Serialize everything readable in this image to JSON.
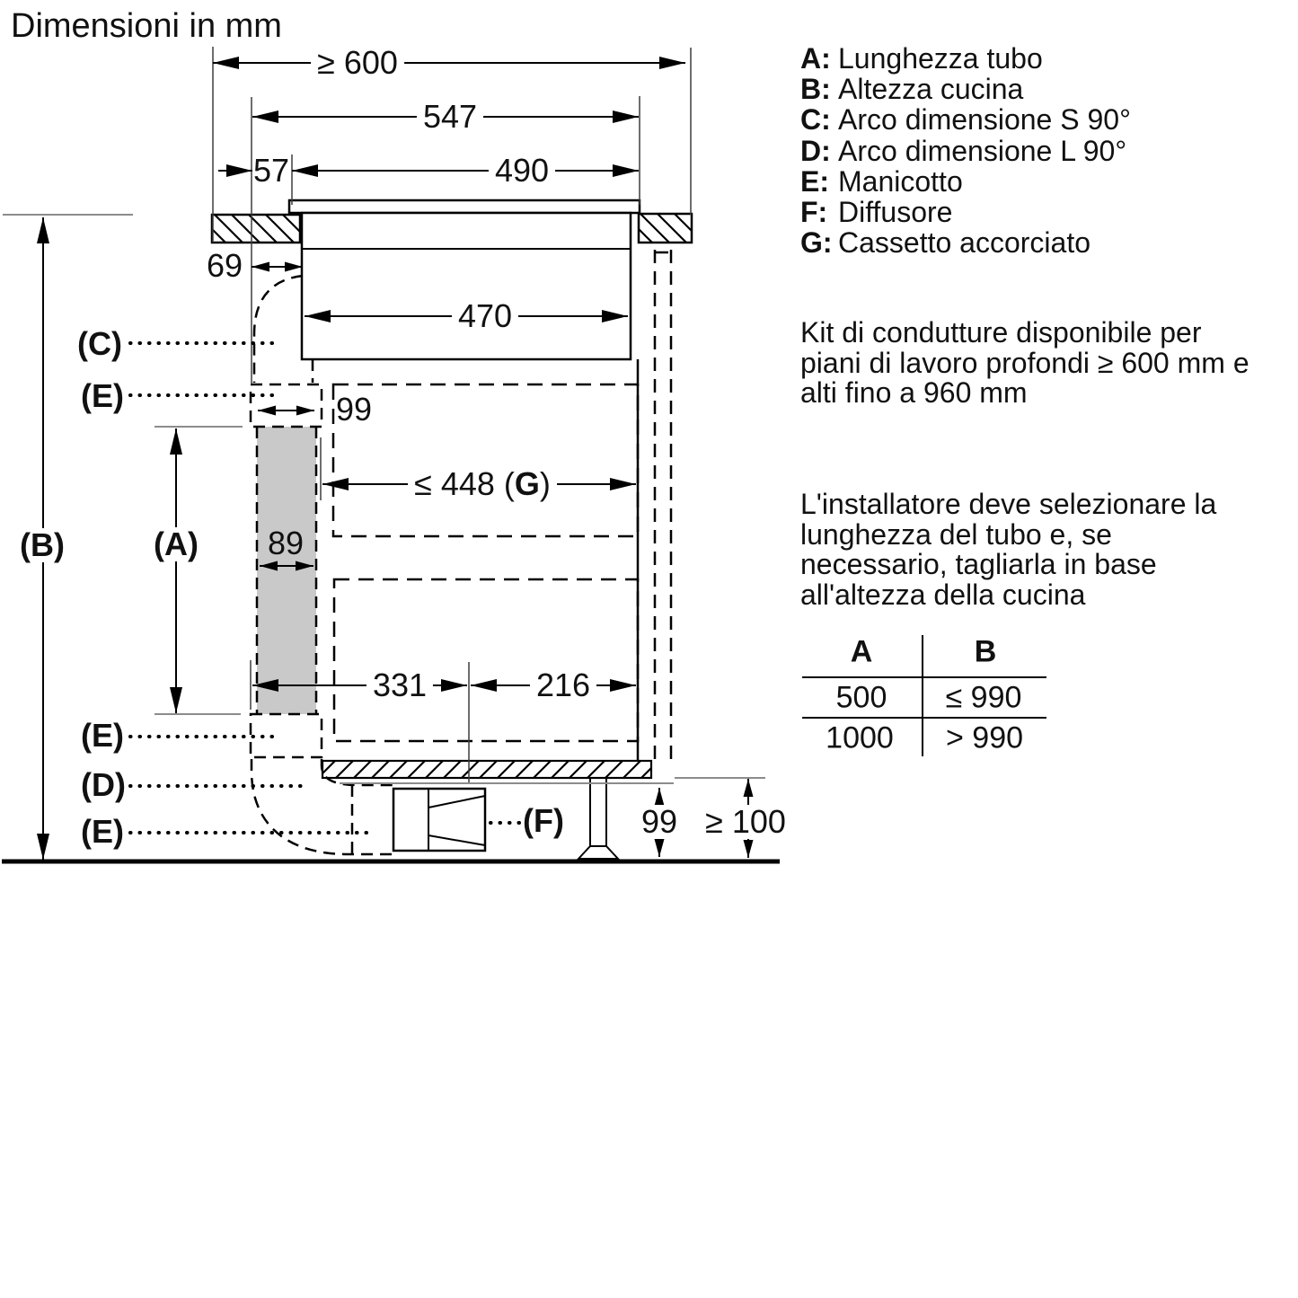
{
  "title": "Dimensioni in mm",
  "diagram": {
    "point_labels": {
      "A": "(A)",
      "B": "(B)",
      "C": "(C)",
      "D": "(D)",
      "E": "(E)",
      "F": "(F)"
    },
    "dims": {
      "worktop_depth": "≥ 600",
      "hob_width_top": "547",
      "front_offset": "57",
      "hob_width": "490",
      "duct_offset": "69",
      "hob_body_width": "470",
      "sleeve_width": "99",
      "drawer_depth_pre": "≤ 448 (",
      "drawer_depth_key": "G",
      "drawer_depth_post": ")",
      "tube_width": "89",
      "dist_front": "331",
      "dist_back": "216",
      "plinth_height": "99",
      "floor_clearance": "≥ 100"
    }
  },
  "legend": {
    "items": [
      {
        "key": "A:",
        "text": "Lunghezza tubo"
      },
      {
        "key": "B:",
        "text": "Altezza cucina"
      },
      {
        "key": "C:",
        "text": "Arco dimensione S 90°"
      },
      {
        "key": "D:",
        "text": "Arco dimensione L 90°"
      },
      {
        "key": "E:",
        "text": "Manicotto"
      },
      {
        "key": "F:",
        "text": "Diffusore"
      },
      {
        "key": "G:",
        "text": "Cassetto accorciato"
      }
    ]
  },
  "notes": {
    "note1_lines": [
      "Kit di condutture disponibile per",
      "piani di lavoro profondi ≥ 600 mm e",
      "alti fino a 960 mm"
    ],
    "note2_lines": [
      "L'installatore deve selezionare la",
      "lunghezza del tubo e, se",
      "necessario, tagliarla in base",
      "all'altezza della cucina"
    ]
  },
  "table": {
    "col_a_header": "A",
    "col_b_header": "B",
    "rows": [
      {
        "a": "500",
        "b": "≤ 990"
      },
      {
        "a": "1000",
        "b": "> 990"
      }
    ]
  }
}
